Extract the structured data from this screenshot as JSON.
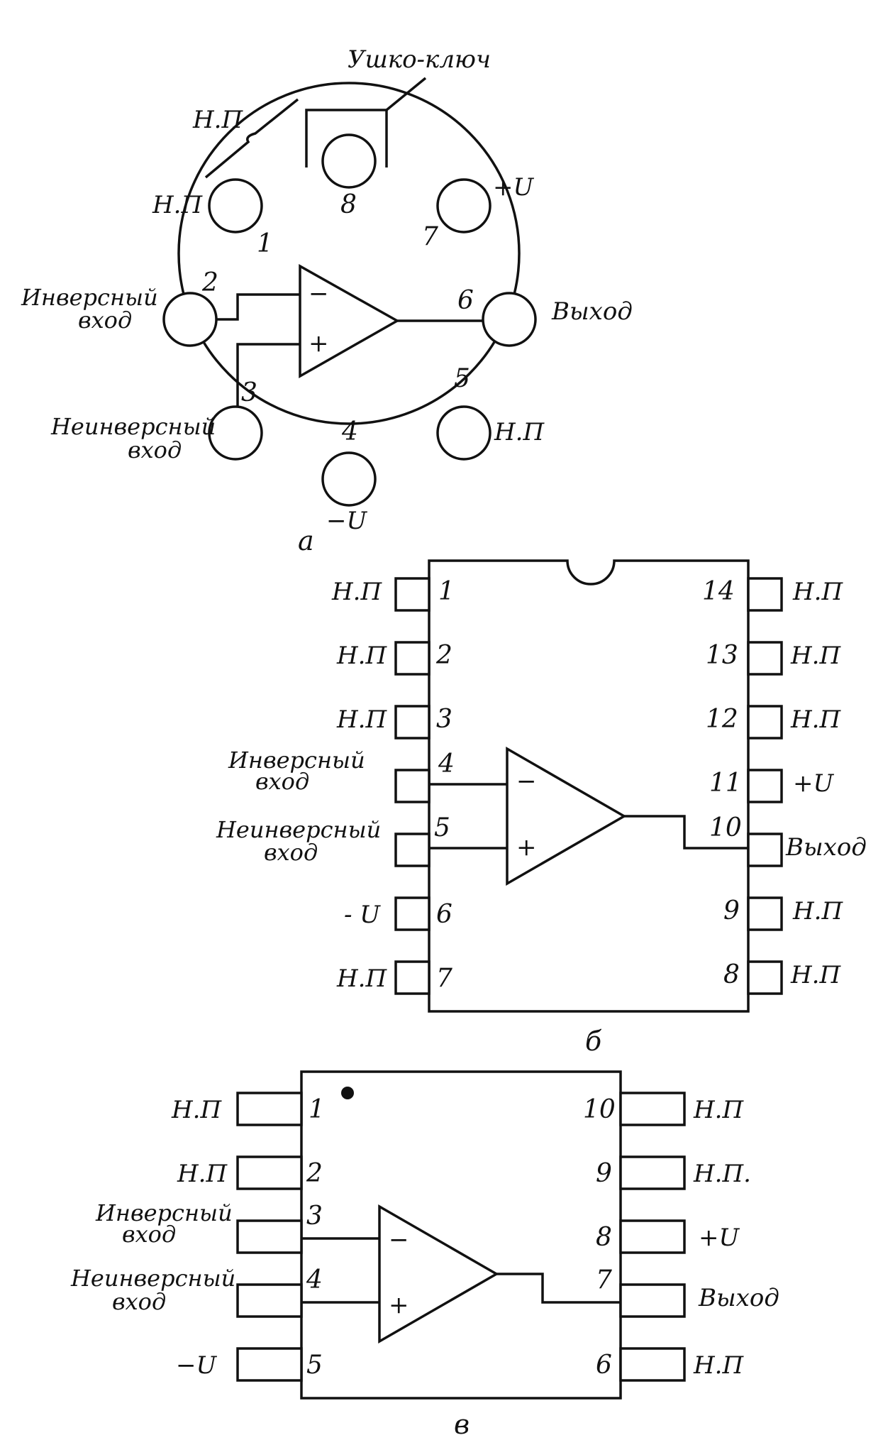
{
  "package_a": {
    "caption": "а",
    "key_label": "Ушко-ключ",
    "key_np_label": "Н.П",
    "pins": [
      {
        "num": "1",
        "label": "Н.П"
      },
      {
        "num": "2",
        "label": "Инверсный вход"
      },
      {
        "num": "3",
        "label": "Неинверсный вход"
      },
      {
        "num": "4",
        "label": "−U"
      },
      {
        "num": "5",
        "label": "Н.П"
      },
      {
        "num": "6",
        "label": "Выход"
      },
      {
        "num": "7",
        "label": "+U"
      },
      {
        "num": "8",
        "label": ""
      }
    ]
  },
  "package_b": {
    "caption": "б",
    "left_pins": [
      {
        "num": "1",
        "label": "Н.П"
      },
      {
        "num": "2",
        "label": "Н.П"
      },
      {
        "num": "3",
        "label": "Н.П"
      },
      {
        "num": "4",
        "label": "Инверсный вход"
      },
      {
        "num": "5",
        "label": "Неинверсный вход"
      },
      {
        "num": "6",
        "label": "- U"
      },
      {
        "num": "7",
        "label": "Н.П"
      }
    ],
    "right_pins": [
      {
        "num": "14",
        "label": "Н.П"
      },
      {
        "num": "13",
        "label": "Н.П"
      },
      {
        "num": "12",
        "label": "Н.П"
      },
      {
        "num": "11",
        "label": "+U"
      },
      {
        "num": "10",
        "label": "Выход"
      },
      {
        "num": "9",
        "label": "Н.П"
      },
      {
        "num": "8",
        "label": "Н.П"
      }
    ]
  },
  "package_c": {
    "caption": "в",
    "left_pins": [
      {
        "num": "1",
        "label": "Н.П"
      },
      {
        "num": "2",
        "label": "Н.П"
      },
      {
        "num": "3",
        "label": "Инверсный вход"
      },
      {
        "num": "4",
        "label": "Неинверсный вход"
      },
      {
        "num": "5",
        "label": "−U"
      }
    ],
    "right_pins": [
      {
        "num": "10",
        "label": "Н.П"
      },
      {
        "num": "9",
        "label": "Н.П."
      },
      {
        "num": "8",
        "label": "+U"
      },
      {
        "num": "7",
        "label": "Выход"
      },
      {
        "num": "6",
        "label": "Н.П"
      }
    ]
  },
  "opamp": {
    "minus_symbol": "−",
    "plus_symbol": "+"
  }
}
